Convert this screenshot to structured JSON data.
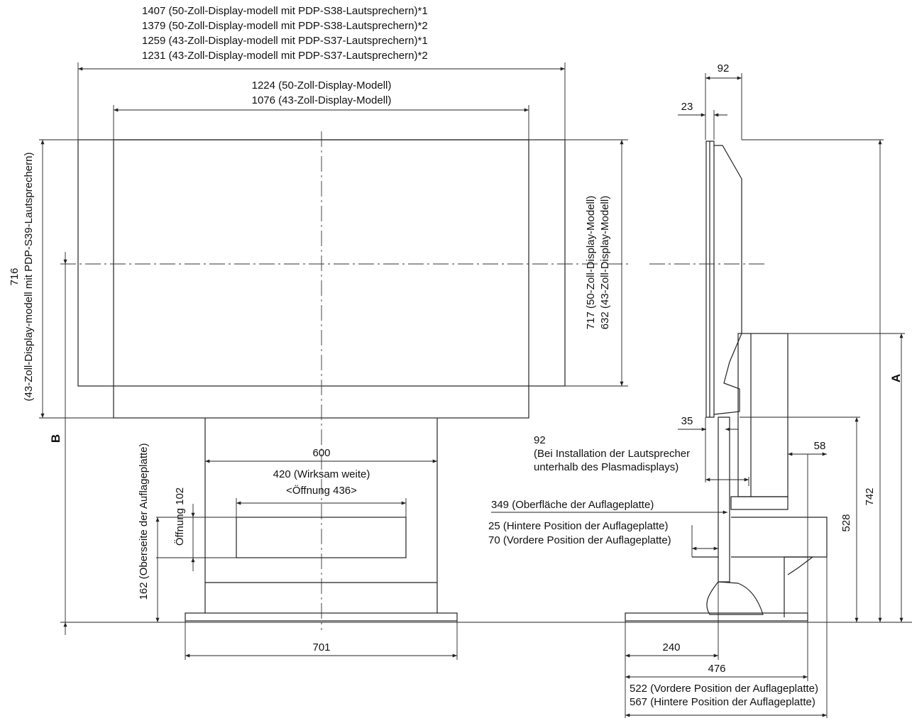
{
  "front_view": {
    "width_labels": [
      "1407 (50-Zoll-Display-modell mit  PDP-S38-Lautsprechern)*1",
      "1379 (50-Zoll-Display-modell mit  PDP-S38-Lautsprechern)*2",
      "1259 (43-Zoll-Display-modell mit  PDP-S37-Lautsprechern)*1",
      "1231 (43-Zoll-Display-modell mit  PDP-S37-Lautsprechern)*2"
    ],
    "display_width_labels": [
      "1224 (50-Zoll-Display-Modell)",
      "1076 (43-Zoll-Display-Modell)"
    ],
    "left_height_label": [
      "716",
      "(43-Zoll-Display-modell mit  PDP-S39-Lautsprechern)"
    ],
    "right_height_labels": [
      "717 (50-Zoll-Display-Modell)",
      "632 (43-Zoll-Display-Modell)"
    ],
    "b_label": "B",
    "shelf_height_label": "162 (Oberseite der Auflageplatte)",
    "opening_height_label": "Öffnung 102",
    "stand_width_label": "600",
    "effective_width_labels": [
      "420 (Wirksam weite)",
      "<Öffnung 436>"
    ],
    "base_width_label": "701"
  },
  "side_view": {
    "depth_top_label": "92",
    "panel_depth_label": "23",
    "a_label": "A",
    "bracket_label": "35",
    "speaker_install_labels": [
      "92",
      "(Bei Installation der Lautsprecher",
      "unterhalb des Plasmadisplays)"
    ],
    "speaker_depth_label": "58",
    "shelf_surface_label": "349 (Oberfläche der Auflageplatte)",
    "shelf_position_labels": [
      "25 (Hintere Position der Auflageplatte)",
      "70 (Vordere Position der Auflageplatte)"
    ],
    "height_528": "528",
    "height_742": "742",
    "base_240": "240",
    "base_476": "476",
    "base_depth_labels": [
      "522 (Vordere Position der Auflageplatte)",
      "567 (Hintere Position der Auflageplatte)"
    ]
  }
}
